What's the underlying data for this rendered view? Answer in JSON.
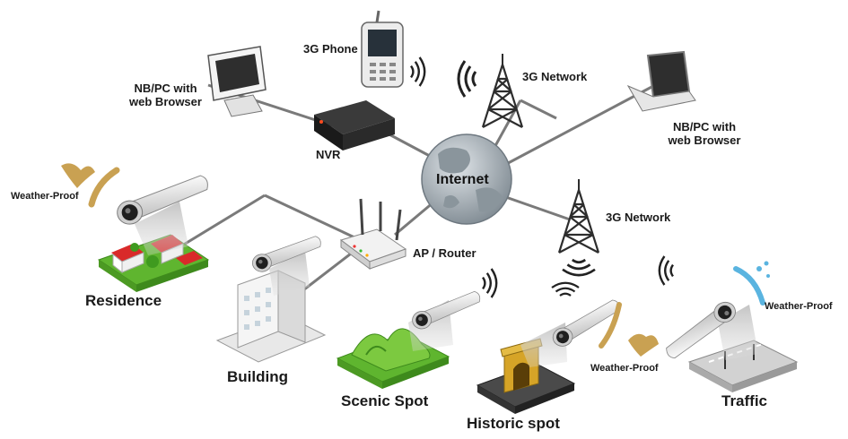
{
  "labels": {
    "phone": "3G Phone",
    "network_top": "3G Network",
    "network_mid": "3G Network",
    "nvr": "NVR",
    "internet": "Internet",
    "ap_router": "AP / Router",
    "pc_left_1": "NB/PC with",
    "pc_left_2": "web Browser",
    "pc_right_1": "NB/PC with",
    "pc_right_2": "web Browser",
    "weather_left": "Weather-Proof",
    "weather_historic": "Weather-Proof",
    "weather_traffic": "Weather-Proof",
    "residence": "Residence",
    "building": "Building",
    "scenic": "Scenic Spot",
    "historic": "Historic spot",
    "traffic": "Traffic"
  },
  "colors": {
    "cable": "#7a7a7a",
    "camera_body": "#e4e4e4",
    "lens": "#1f1f1f",
    "roof_red": "#d92a2a",
    "grass_green": "#5fb52f",
    "globe": "#9aa5ad",
    "tower": "#2d2d2d",
    "weather_tan": "#c9a152",
    "weather_blue": "#5ab4e0",
    "gate_gold": "#d6a427"
  },
  "icons": [
    "laptop-icon",
    "monitor-icon",
    "phone-icon",
    "signal-wave-icon",
    "tower-icon",
    "globe-icon",
    "nvr-icon",
    "router-icon",
    "camera-icon",
    "house-icon",
    "building-icon",
    "hill-icon",
    "gate-icon",
    "road-icon",
    "weather-splash-icon"
  ]
}
